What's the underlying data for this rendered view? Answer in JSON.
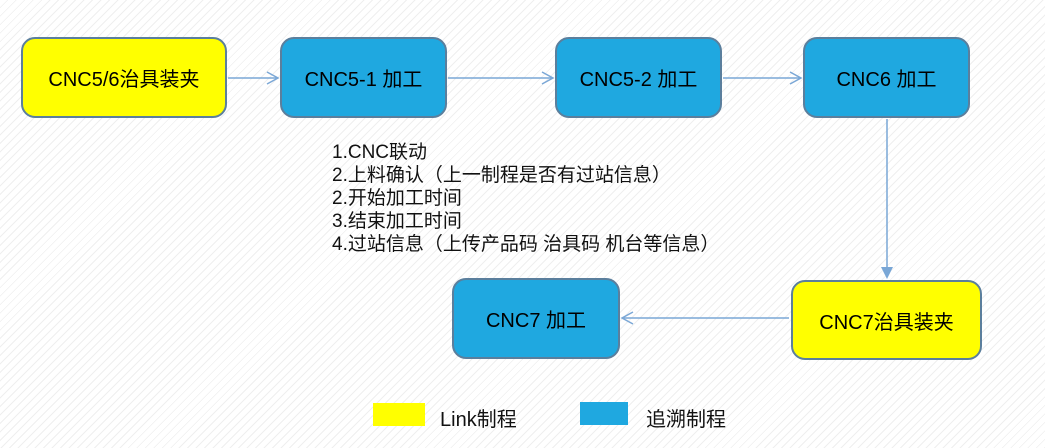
{
  "diagram": {
    "nodes": [
      {
        "label": "CNC5/6治具装夹",
        "type": "link"
      },
      {
        "label": "CNC5-1 加工",
        "type": "trace"
      },
      {
        "label": "CNC5-2 加工",
        "type": "trace"
      },
      {
        "label": "CNC6 加工",
        "type": "trace"
      },
      {
        "label": "CNC7 加工",
        "type": "trace"
      },
      {
        "label": "CNC7治具装夹",
        "type": "link"
      }
    ],
    "notes": [
      "1.CNC联动",
      "2.上料确认（上一制程是否有过站信息）",
      "2.开始加工时间",
      "3.结束加工时间",
      "4.过站信息（上传产品码 治具码 机台等信息）"
    ],
    "legend": [
      {
        "label": "Link制程",
        "color": "#ffff00"
      },
      {
        "label": "追溯制程",
        "color": "#1fa8e0"
      }
    ],
    "colors": {
      "link_fill": "#ffff00",
      "trace_fill": "#1fa8e0",
      "node_border": "#5b7f9d",
      "arrow": "#7aa7d6",
      "text": "#000000"
    }
  }
}
